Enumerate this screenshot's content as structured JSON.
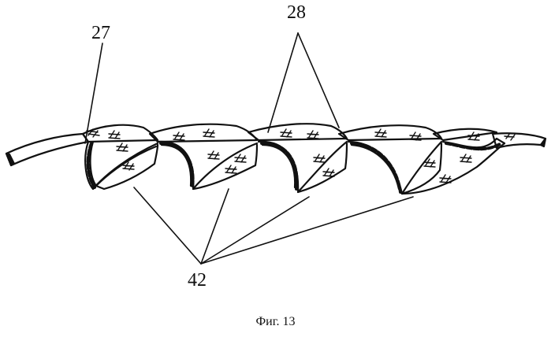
{
  "figure": {
    "caption": "Фиг. 13",
    "labels": {
      "part_27": "27",
      "part_28": "28",
      "part_42": "42"
    },
    "ink_color": "#111111",
    "background": "#ffffff"
  }
}
